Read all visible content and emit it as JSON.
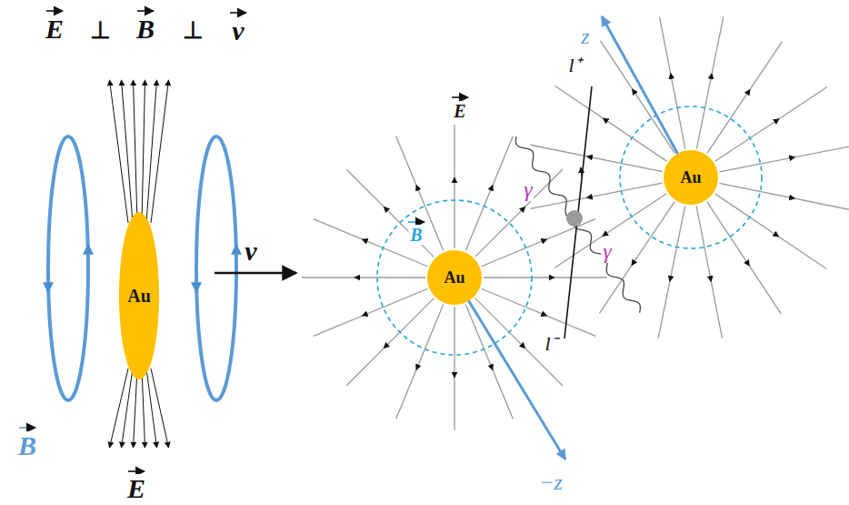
{
  "diagram": {
    "nodes": [
      {
        "text": [
          "Au"
        ]
      },
      {
        "text": [
          "Au"
        ]
      },
      {
        "text": [
          "Au"
        ]
      }
    ],
    "labels": [
      "E",
      "⊥",
      "B",
      "⊥",
      "v",
      "ν",
      "B",
      "E",
      "E",
      "B",
      "γ",
      "γ",
      "l⁺",
      "l⁻",
      "z",
      "−z"
    ]
  }
}
